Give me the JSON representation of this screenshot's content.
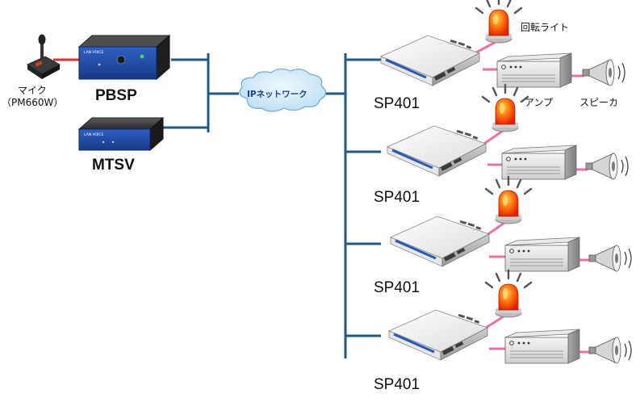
{
  "labels": {
    "mic": "マイク",
    "mic_model": "（PM660W）",
    "pbsp": "PBSP",
    "mtsv": "MTSV",
    "network": "IPネットワーク",
    "sp401": "SP401",
    "rotating_light": "回転ライト",
    "amp": "アンプ",
    "speaker": "スピーカ"
  },
  "device_text": {
    "brand": "LAN VOICE"
  },
  "colors": {
    "network_line": "#1f5a86",
    "pbsp_link": "#e03030",
    "accessory_link": "#ee6fa8",
    "light_red": "#ff3a00",
    "light_orange": "#ff9a1a",
    "device_body": "#2b2b2b",
    "device_blue": "#2858b8",
    "cloud_fill": "#cfe7f7"
  },
  "icons": [
    "microphone-icon",
    "rotating-light-icon",
    "amplifier-icon",
    "speaker-icon",
    "cloud-icon"
  ]
}
